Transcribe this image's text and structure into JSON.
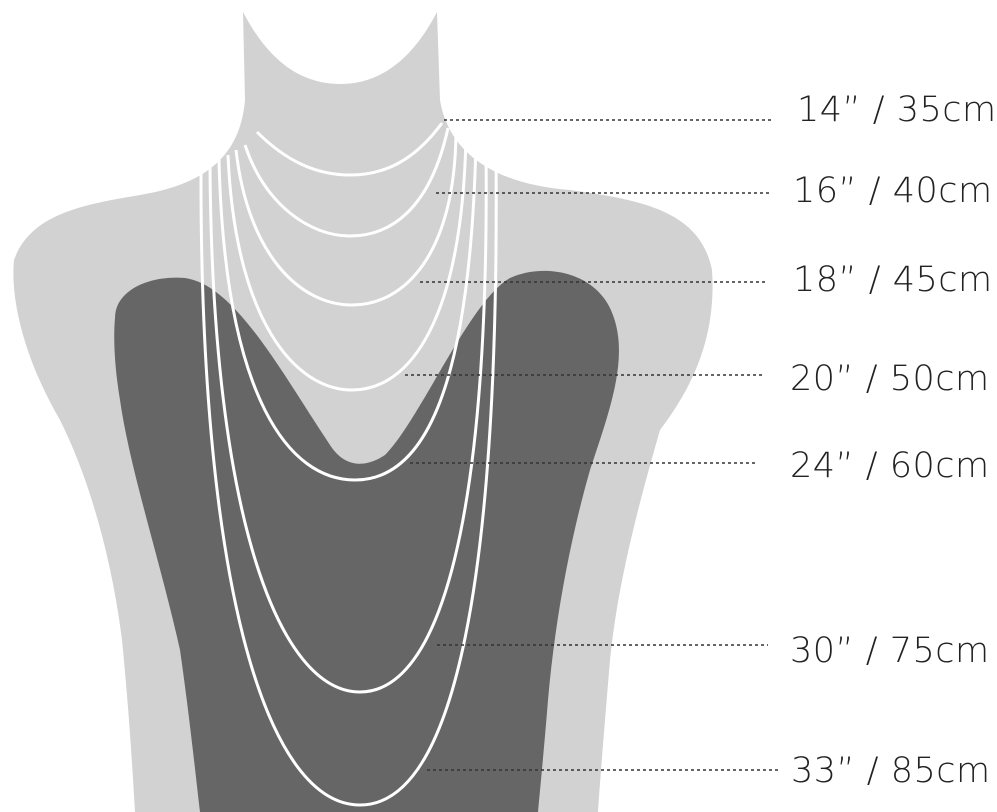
{
  "colors": {
    "background": "#ffffff",
    "body": "#d2d2d2",
    "garment": "#666666",
    "chain": "#ffffff",
    "text": "#222222"
  },
  "lengths": [
    {
      "label": "14” / 35cm"
    },
    {
      "label": "16” / 40cm"
    },
    {
      "label": "18” / 45cm"
    },
    {
      "label": "20” / 50cm"
    },
    {
      "label": "24” / 60cm"
    },
    {
      "label": "30” / 75cm"
    },
    {
      "label": "33” / 85cm"
    }
  ]
}
